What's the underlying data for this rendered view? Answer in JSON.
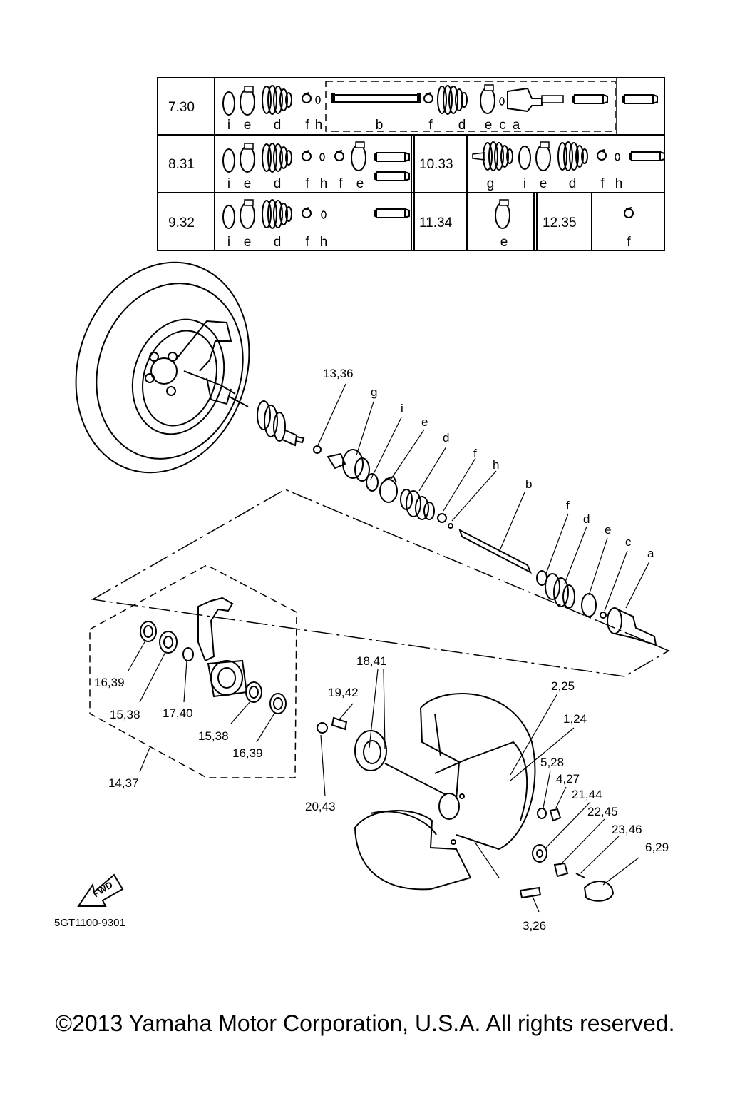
{
  "table": {
    "rows": [
      {
        "refs": "7.30",
        "letters": [
          "i",
          "e",
          "d",
          "f",
          "h",
          "b",
          "f",
          "d",
          "e",
          "c",
          "a"
        ]
      },
      {
        "refs": "8.31",
        "letters": [
          "i",
          "e",
          "d",
          "f",
          "h",
          "f",
          "e"
        ]
      },
      {
        "refs": "9.32",
        "letters": [
          "i",
          "e",
          "d",
          "f",
          "h"
        ]
      }
    ],
    "side": [
      {
        "refs": "10.33",
        "letters": [
          "g",
          "i",
          "e",
          "d",
          "f",
          "h"
        ]
      },
      {
        "refs": "11.34",
        "letters": [
          "e"
        ]
      },
      {
        "refs": "12.35",
        "letters": [
          "f"
        ]
      }
    ]
  },
  "callouts": {
    "c13_36": "13,36",
    "g": "g",
    "i": "i",
    "e": "e",
    "d": "d",
    "f": "f",
    "h": "h",
    "b": "b",
    "f2": "f",
    "d2": "d",
    "e2": "e",
    "c": "c",
    "a": "a",
    "c18_41": "18,41",
    "c19_42": "19,42",
    "c2_25": "2,25",
    "c1_24": "1,24",
    "c5_28": "5,28",
    "c4_27": "4,27",
    "c21_44": "21,44",
    "c22_45": "22,45",
    "c23_46": "23,46",
    "c6_29": "6,29",
    "c3_26": "3,26",
    "c20_43": "20,43",
    "c16_39a": "16,39",
    "c15_38a": "15,38",
    "c17_40": "17,40",
    "c15_38b": "15,38",
    "c16_39b": "16,39",
    "c14_37": "14,37"
  },
  "fwd_label": "FWD",
  "diagram_code": "5GT1100-9301",
  "copyright": "©2013 Yamaha Motor Corporation, U.S.A. All rights reserved."
}
